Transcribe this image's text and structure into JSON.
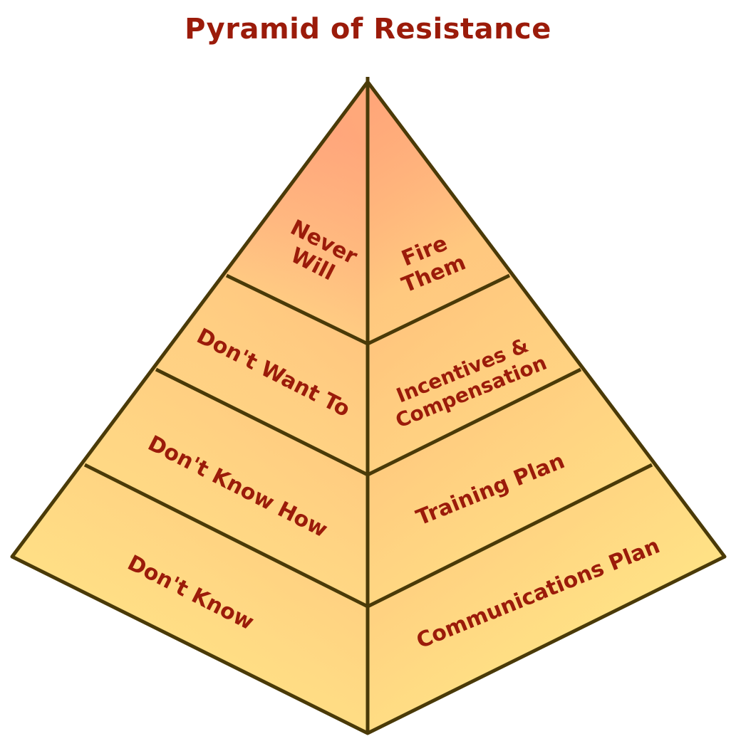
{
  "title": "Pyramid of Resistance",
  "colors": {
    "title": "#9b1b0a",
    "label": "#9b1b0a",
    "edge": "#4a3a08",
    "apex_fill": "#ff8a7a",
    "base_fill": "#ffe888",
    "band_fill": "#ffd88a"
  },
  "left_face": {
    "levels": [
      {
        "lines": [
          "Never",
          "Will"
        ]
      },
      {
        "lines": [
          "Don't Want To"
        ]
      },
      {
        "lines": [
          "Don't Know How"
        ]
      },
      {
        "lines": [
          "Don't Know"
        ]
      }
    ]
  },
  "right_face": {
    "levels": [
      {
        "lines": [
          "Fire",
          "Them"
        ]
      },
      {
        "lines": [
          "Incentives &",
          "Compensation"
        ]
      },
      {
        "lines": [
          "Training Plan"
        ]
      },
      {
        "lines": [
          "Communications Plan"
        ]
      }
    ]
  }
}
